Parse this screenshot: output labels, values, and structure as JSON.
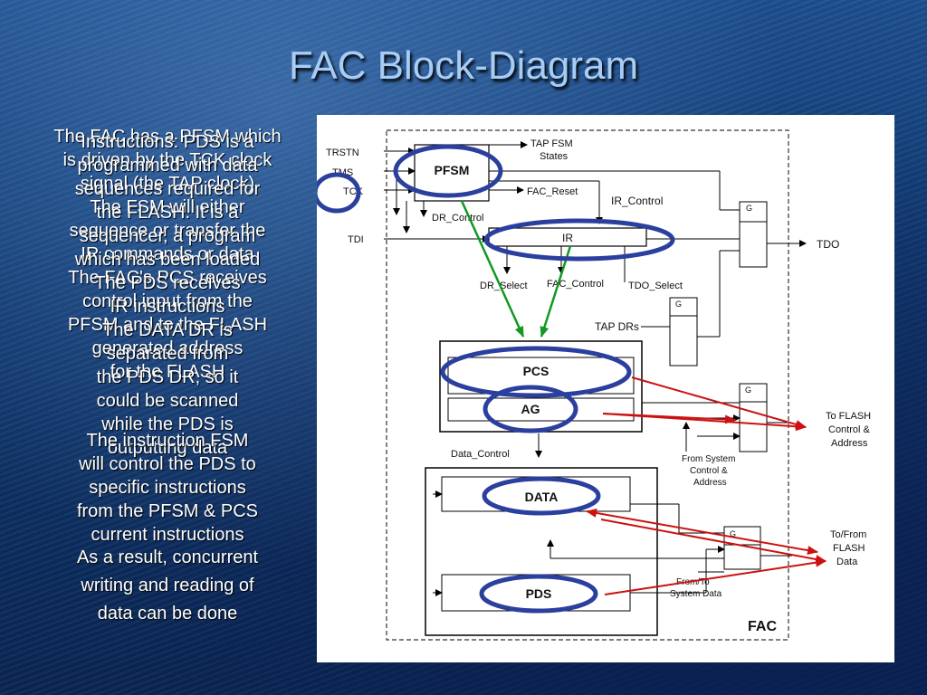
{
  "slide": {
    "title": "FAC Block-Diagram",
    "overlapping_text": [
      [
        "The FAC has a PFSM which",
        "is driven by the TCK clock",
        "signal (the TAP clock)",
        "The FSM will either",
        "sequence or transfer the",
        "IR commands or data",
        "The FAC's PCS receives",
        "control input from the",
        "PFSM and to the FLASH",
        "generated address",
        "for the FLASH"
      ],
      [
        "Instructions: PDS is a",
        "programmed with data",
        "sequences required for",
        "the FLASH. It is a",
        "sequencer, a program",
        "which has been loaded",
        "The PDS receives",
        "IR instructions",
        "The DATA DR is",
        "separated from",
        "the PDS DR, so it",
        "could be scanned",
        "while the PDS is",
        "outputting data"
      ],
      [
        "The instruction FSM",
        "will control the PDS to",
        "specific instructions",
        "from the PFSM & PCS",
        "current instructions"
      ]
    ],
    "final_text": [
      "As a result, concurrent",
      "writing and reading of",
      "data can be done"
    ]
  },
  "diagram": {
    "blocks": {
      "pfsm": "PFSM",
      "ir": "IR",
      "pcs": "PCS",
      "ag": "AG",
      "data": "DATA",
      "pds": "PDS",
      "fac": "FAC",
      "g": "G"
    },
    "signals": {
      "trstn": "TRSTN",
      "tms": "TMS",
      "tck": "TCK",
      "tdi": "TDI",
      "tdo": "TDO",
      "tap_fsm_states_1": "TAP FSM",
      "tap_fsm_states_2": "States",
      "fac_reset": "FAC_Reset",
      "ir_control": "IR_Control",
      "dr_control": "DR_Control",
      "dr_select": "DR_Select",
      "fac_control": "FAC_Control",
      "tdo_select": "TDO_Select",
      "tap_drs": "TAP DRs",
      "data_control": "Data_Control",
      "from_system_1": "From System",
      "from_system_2": "Control &",
      "from_system_3": "Address",
      "from_to_1": "From/To",
      "from_to_2": "System Data",
      "to_flash_1": "To FLASH",
      "to_flash_2": "Control &",
      "to_flash_3": "Address",
      "tofrom_flash_1": "To/From",
      "tofrom_flash_2": "FLASH",
      "tofrom_flash_3": "Data"
    },
    "highlight_colors": {
      "ellipse": "#2b3f9e",
      "red_arrow": "#cc1111",
      "green_arrow": "#119922"
    }
  }
}
